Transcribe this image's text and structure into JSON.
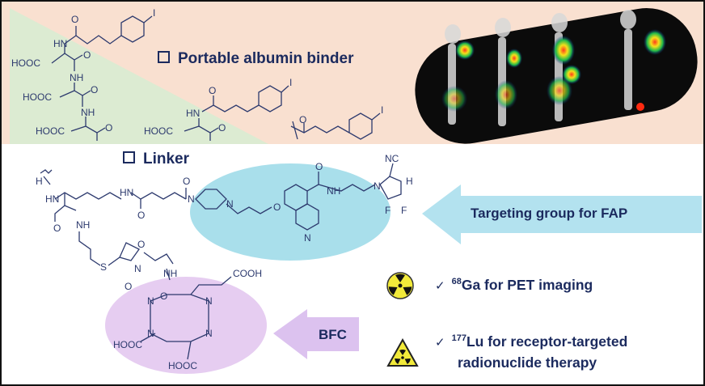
{
  "headers": {
    "albumin_binder": "Portable albumin binder",
    "linker": "Linker"
  },
  "arrows": {
    "targeting": "Targeting group for FAP",
    "bfc": "BFC"
  },
  "applications": [
    {
      "isotope_mass": "68",
      "isotope": "Ga",
      "text": " for PET imaging",
      "icon": "radiation-circle-icon"
    },
    {
      "isotope_mass": "177",
      "isotope": "Lu",
      "text": " for receptor-targeted",
      "text2": "radionuclide therapy",
      "icon": "radiation-triangle-icon"
    }
  ],
  "atoms": {
    "hooc": "HOOC",
    "cooh": "COOH",
    "nh": "NH",
    "hn": "HN",
    "o": "O",
    "i": "I",
    "n": "N",
    "s": "S",
    "f": "F",
    "nc": "NC",
    "h": "H"
  },
  "colors": {
    "text": "#1b2a5e",
    "peach": "#f9e0d0",
    "green": "#dcebd2",
    "cyan": "#a9dfeb",
    "lavender": "#e6cdf1",
    "arrow_blue": "#b3e2ef",
    "arrow_purple": "#dcc2ef"
  }
}
